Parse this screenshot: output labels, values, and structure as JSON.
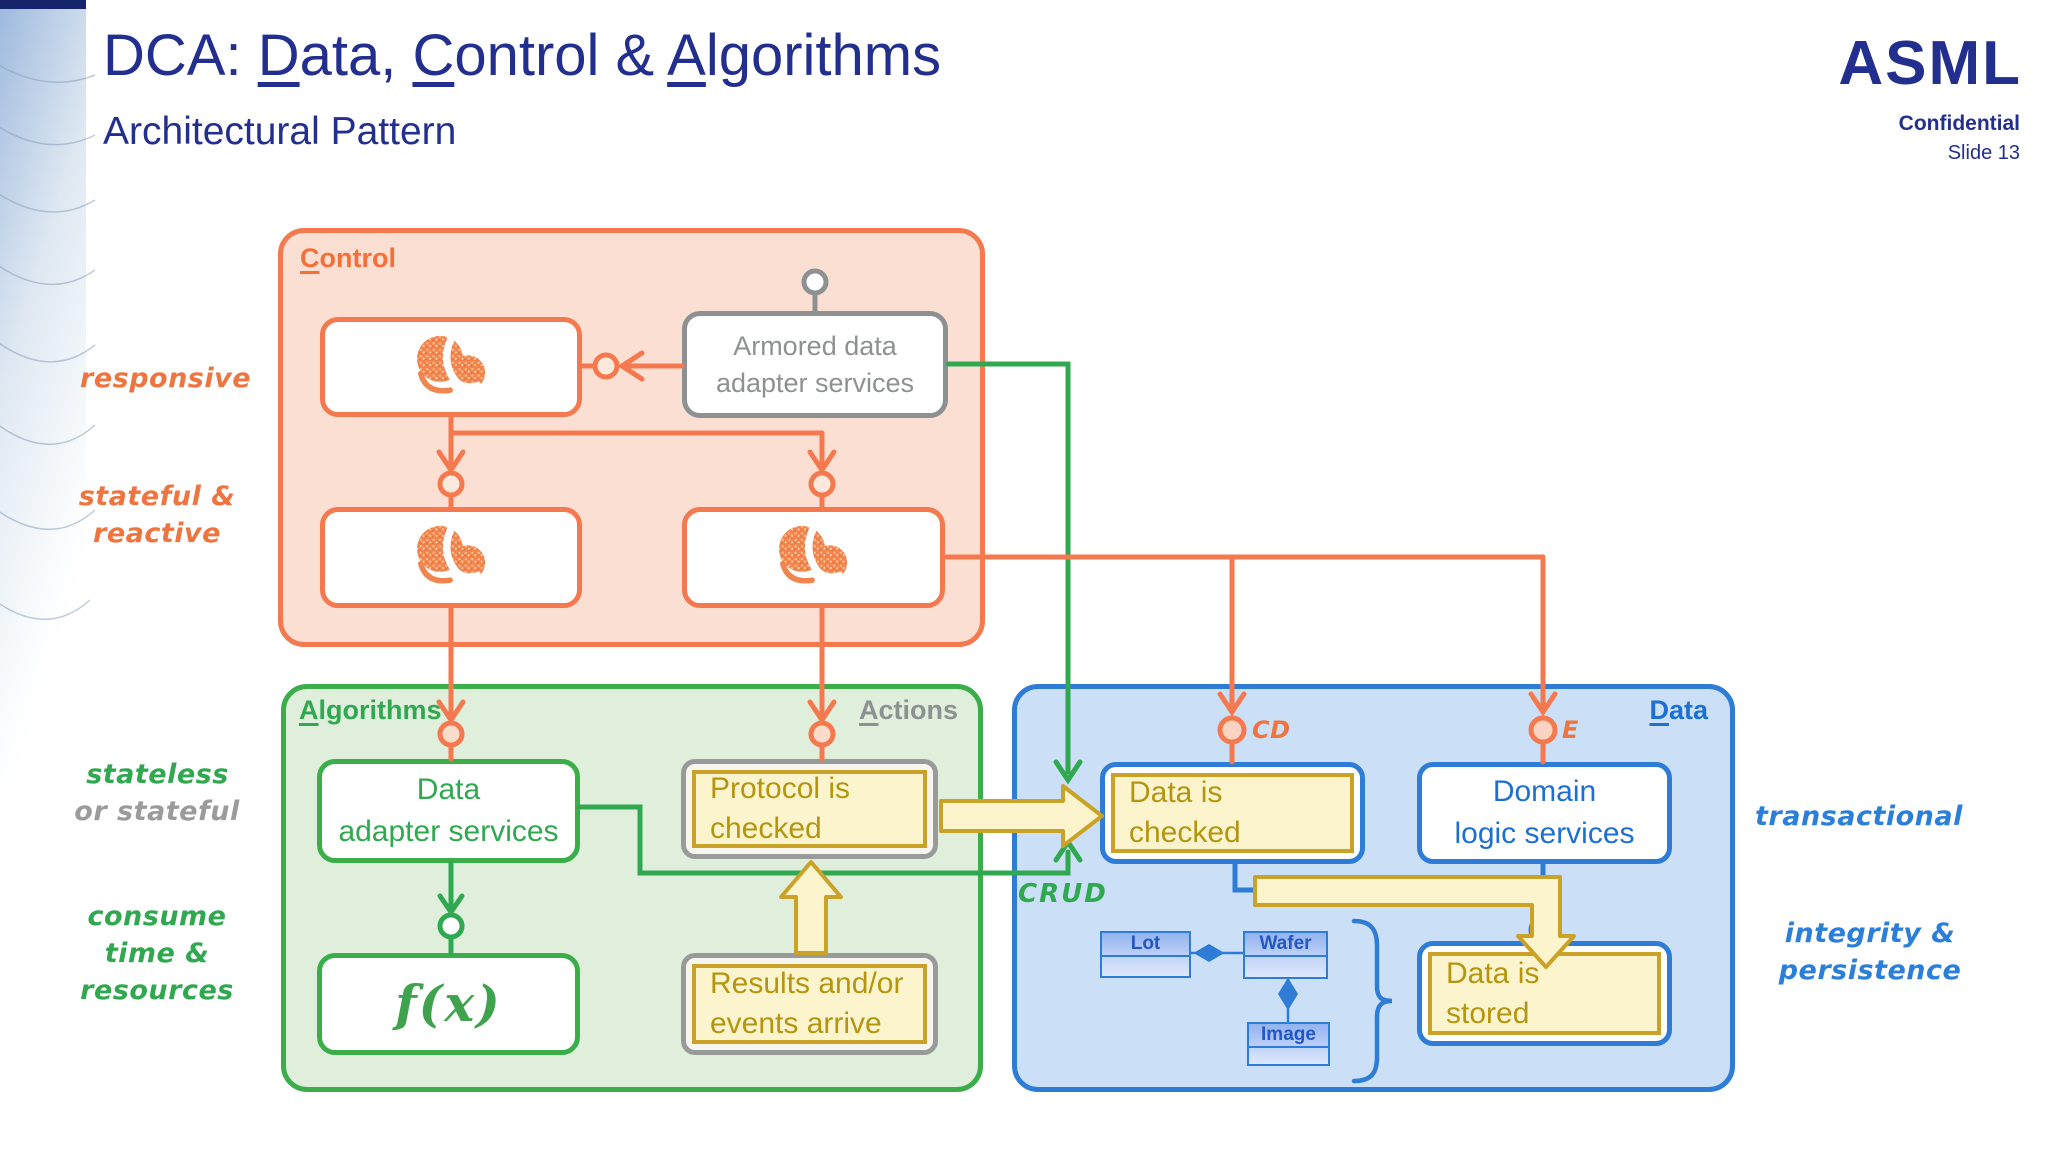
{
  "slide": {
    "title_segments": [
      {
        "text": "DCA: ",
        "underline": false
      },
      {
        "text": "D",
        "underline": true
      },
      {
        "text": "ata, ",
        "underline": false
      },
      {
        "text": "C",
        "underline": true
      },
      {
        "text": "ontrol & ",
        "underline": false
      },
      {
        "text": "A",
        "underline": true
      },
      {
        "text": "lgorithms",
        "underline": false
      }
    ],
    "subtitle": "Architectural Pattern",
    "logo": "ASML",
    "confidential": "Confidential",
    "slide_number": "Slide 13"
  },
  "regions": {
    "control": {
      "label": "Control"
    },
    "algorithms": {
      "label": "Algorithms"
    },
    "actions": {
      "label": "Actions"
    },
    "data": {
      "label": "Data"
    }
  },
  "nodes": {
    "armored": "Armored data\nadapter services",
    "data_adapter": "Data\nadapter services",
    "fx": "f(x)",
    "protocol": "Protocol is\nchecked",
    "results": "Results and/or\nevents arrive",
    "data_checked": "Data is\nchecked",
    "domain_logic": "Domain\nlogic services",
    "data_stored": "Data is\nstored"
  },
  "uml": {
    "lot": "Lot",
    "wafer": "Wafer",
    "image": "Image"
  },
  "annotations": {
    "responsive": "responsive",
    "stateful_reactive": "stateful &\nreactive",
    "stateless": "stateless",
    "or_stateful": "or stateful",
    "consume_time_resources": "consume\ntime &\nresources",
    "transactional": "transactional",
    "integrity_persistence": "integrity &\npersistence",
    "crud": "CRUD",
    "cd": "CD",
    "e": "E"
  },
  "colors": {
    "navy": "#232f8e",
    "orange": "#f4794e",
    "orange_fill": "#fbdfd2",
    "green": "#3bad49",
    "green_fill": "#dfefdc",
    "blue": "#2e7cd6",
    "blue_fill": "#cbe0f6",
    "yellow_fill": "#fcf4cd",
    "olive": "#c9a227",
    "olive_text": "#b5950f",
    "gray": "#8e9192"
  }
}
